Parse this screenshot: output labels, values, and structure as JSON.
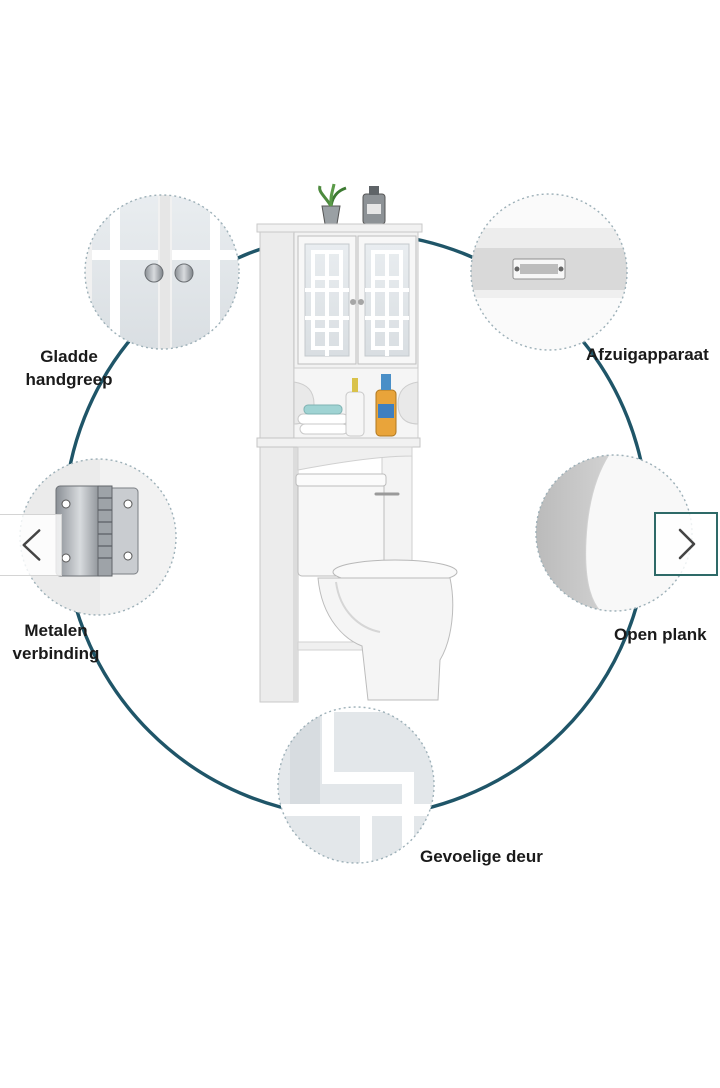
{
  "product_image": {
    "features": [
      {
        "id": "gladde-handgreep",
        "line1": "Gladde",
        "line2": "handgreep"
      },
      {
        "id": "afzuigapparaat",
        "line1": "Afzuigapparaat"
      },
      {
        "id": "metalen-verbinding",
        "line1": "Metalen",
        "line2": "verbinding"
      },
      {
        "id": "open-plank",
        "line1": "Open plank"
      },
      {
        "id": "gevoelige-deur",
        "line1": "Gevoelige deur"
      }
    ]
  },
  "carousel": {
    "prev_icon": "chevron-left-icon",
    "next_icon": "chevron-right-icon"
  },
  "colors": {
    "ring": "#1f5568",
    "nav_next_border": "#2e6a68",
    "cabinet": "#f4f4f4",
    "label_text": "#1a1a1a"
  }
}
